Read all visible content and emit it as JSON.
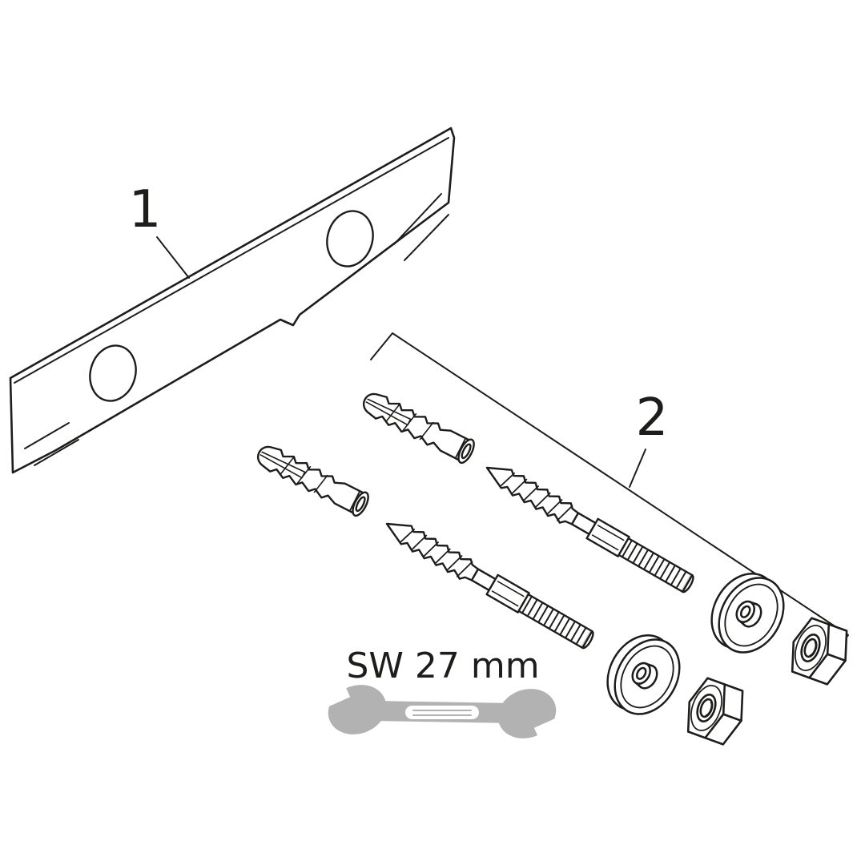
{
  "diagram": {
    "kind": "installation-parts-diagram",
    "background": "#ffffff",
    "callout_1": "1",
    "callout_2": "2"
  },
  "colors": {
    "line": "#1d1d1b",
    "wrench_body": "#b2b2b2",
    "wrench_detail": "#b2b2b2"
  },
  "parts": [
    {
      "callout": "1",
      "item": "mounting-plate",
      "quantity": 1
    },
    {
      "callout": "2",
      "item": "fixing-set",
      "contents": [
        {
          "item": "wall-plug",
          "quantity": 2
        },
        {
          "item": "hanger-bolt",
          "quantity": 2
        },
        {
          "item": "washer",
          "quantity": 2
        },
        {
          "item": "hex-nut",
          "quantity": 2
        }
      ]
    }
  ],
  "tool": {
    "item": "open-end-wrench",
    "size_label": "SW 27 mm"
  }
}
